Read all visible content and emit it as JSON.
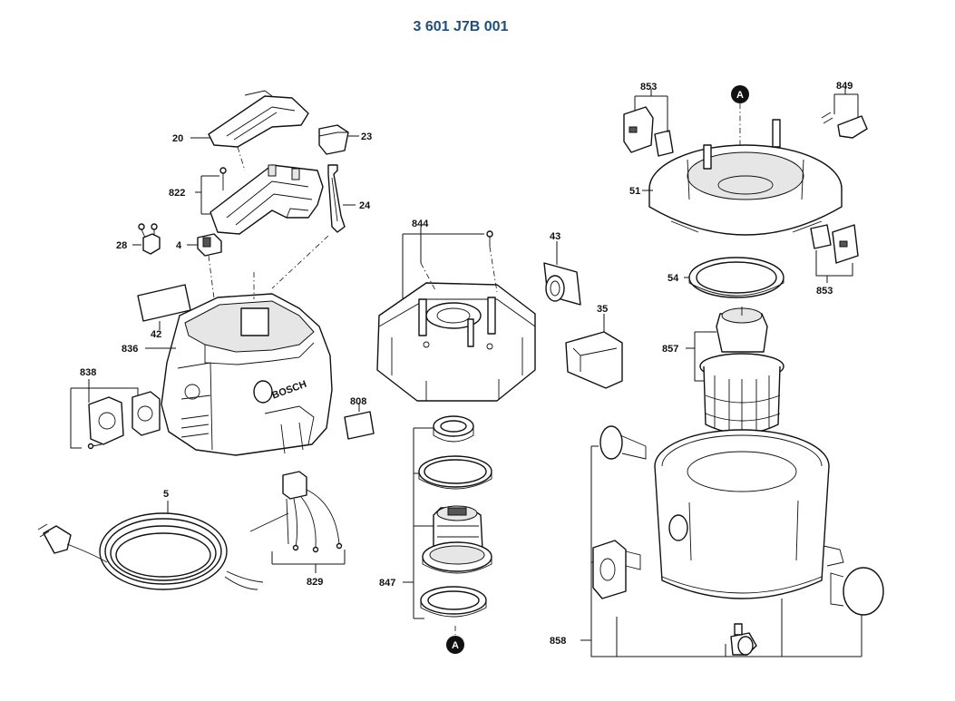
{
  "title": "3 601 J7B 001",
  "colors": {
    "title": "#1f4e79",
    "ink": "#111111",
    "marker_fill": "#111111",
    "marker_text": "#ffffff"
  },
  "labels": {
    "p20": "20",
    "p23": "23",
    "p822": "822",
    "p24": "24",
    "p28": "28",
    "p4": "4",
    "p42": "42",
    "p836": "836",
    "p838": "838",
    "p808": "808",
    "p5": "5",
    "p829": "829",
    "p844": "844",
    "p43": "43",
    "p35": "35",
    "p847": "847",
    "p853a": "853",
    "p849": "849",
    "p51": "51",
    "p54": "54",
    "p853b": "853",
    "p857": "857",
    "p858": "858"
  },
  "markers": {
    "top": "A",
    "bottom": "A"
  },
  "housing_logo": "BOSCH"
}
